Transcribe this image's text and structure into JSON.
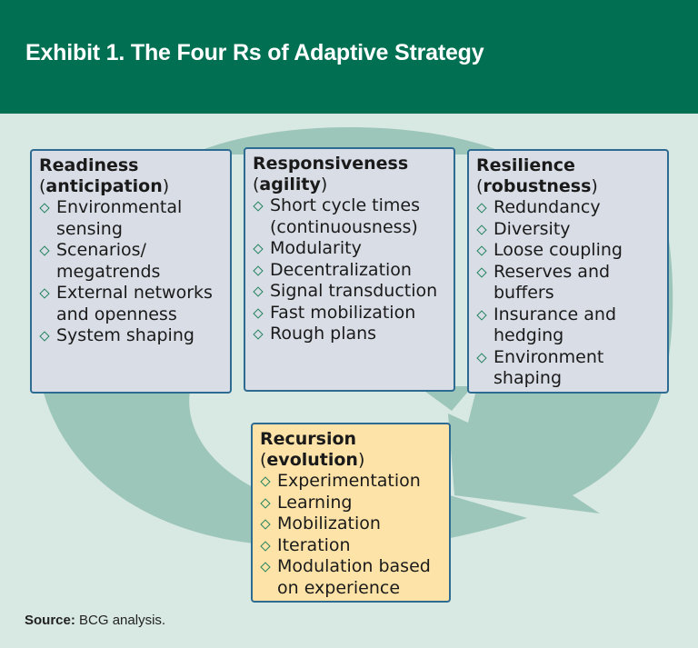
{
  "header": {
    "title": "Exhibit 1. The Four Rs of Adaptive Strategy"
  },
  "colors": {
    "header_bg": "#006f52",
    "page_bg": "#d8e8e2",
    "cycle_arrow": "#9dc6ba",
    "box_bg": "#d9dde6",
    "box_highlight_bg": "#fde3a7",
    "box_border": "#2e6b92",
    "bullet": "#22835e"
  },
  "boxes": [
    {
      "title": "Readiness",
      "subtitle": "anticipation",
      "items": [
        "Environmental sensing",
        "Scenarios/ megatrends",
        "External networks and openness",
        "System shaping"
      ]
    },
    {
      "title": "Responsiveness",
      "subtitle": "agility",
      "items": [
        "Short cycle times (continuousness)",
        "Modularity",
        "Decentralization",
        "Signal transduction",
        "Fast mobilization",
        "Rough plans"
      ]
    },
    {
      "title": "Resilience",
      "subtitle": "robustness",
      "items": [
        "Redundancy",
        "Diversity",
        "Loose coupling",
        "Reserves and buffers",
        "Insurance and hedging",
        "Environment shaping"
      ]
    },
    {
      "title": "Recursion",
      "subtitle": "evolution",
      "items": [
        "Experimentation",
        "Learning",
        "Mobilization",
        "Iteration",
        "Modulation based on experience"
      ]
    }
  ],
  "footer": {
    "source_label": "Source:",
    "source_text": "BCG analysis."
  }
}
